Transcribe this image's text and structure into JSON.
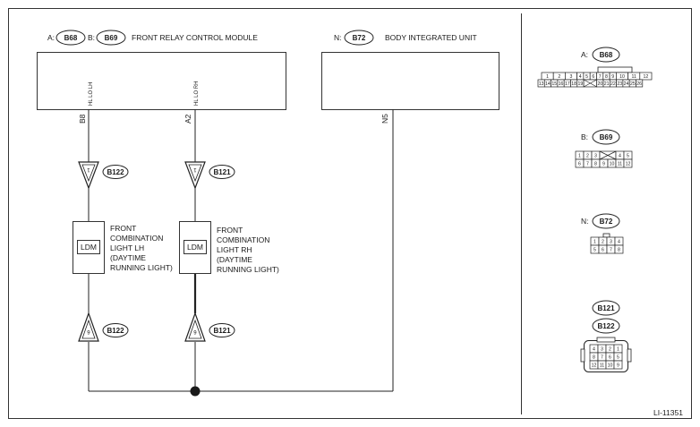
{
  "header": {
    "module_a_prefix": "A:",
    "module_a_conn": "B68",
    "module_b_prefix": "B:",
    "module_b_conn": "B69",
    "module_ab_name": "FRONT RELAY CONTROL MODULE",
    "module_n_prefix": "N:",
    "module_n_conn": "B72",
    "module_n_name": "BODY INTEGRATED UNIT"
  },
  "module_pins": {
    "hl_lo_lh": "HL LO LH",
    "hl_lo_rh": "HL LO RH",
    "pin_b8": "B8",
    "pin_a2": "A2",
    "pin_n5": "N5"
  },
  "upper_connectors": {
    "left": {
      "conn": "B122",
      "pin": "1"
    },
    "right": {
      "conn": "B121",
      "pin": "1"
    }
  },
  "lower_connectors": {
    "left": {
      "conn": "B122",
      "pin": "6"
    },
    "right": {
      "conn": "B121",
      "pin": "6"
    }
  },
  "lights": {
    "left": {
      "box_label": "LDM",
      "desc": [
        "FRONT",
        "COMBINATION",
        "LIGHT LH",
        "(DAYTIME",
        "RUNNING LIGHT)"
      ]
    },
    "right": {
      "box_label": "LDM",
      "desc": [
        "FRONT",
        "COMBINATION",
        "LIGHT RH",
        "(DAYTIME",
        "RUNNING LIGHT)"
      ]
    }
  },
  "connector_views": {
    "b68": {
      "prefix": "A:",
      "conn": "B68",
      "top_row": [
        "1",
        "2",
        "3",
        "4",
        "5",
        "6",
        "7",
        "8",
        "9",
        "10",
        "11",
        "12"
      ],
      "bottom_row": [
        "13",
        "14",
        "15",
        "16",
        "17",
        "18",
        "19",
        "20",
        "21",
        "22",
        "23",
        "24",
        "25",
        "26"
      ]
    },
    "b69": {
      "prefix": "B:",
      "conn": "B69",
      "top_row": [
        "1",
        "2",
        "3",
        "4",
        "5"
      ],
      "bottom_row": [
        "6",
        "7",
        "8",
        "9",
        "10",
        "11",
        "12"
      ]
    },
    "b72": {
      "prefix": "N:",
      "conn": "B72",
      "top_row": [
        "1",
        "2",
        "3",
        "4"
      ],
      "bottom_row": [
        "5",
        "6",
        "7",
        "8"
      ]
    },
    "b121_b122": {
      "conn_1": "B121",
      "conn_2": "B122",
      "rows": [
        [
          "4",
          "3",
          "2",
          "1"
        ],
        [
          "8",
          "7",
          "6",
          "5"
        ],
        [
          "12",
          "11",
          "10",
          "9"
        ]
      ]
    }
  },
  "figure_id": "LI-11351"
}
